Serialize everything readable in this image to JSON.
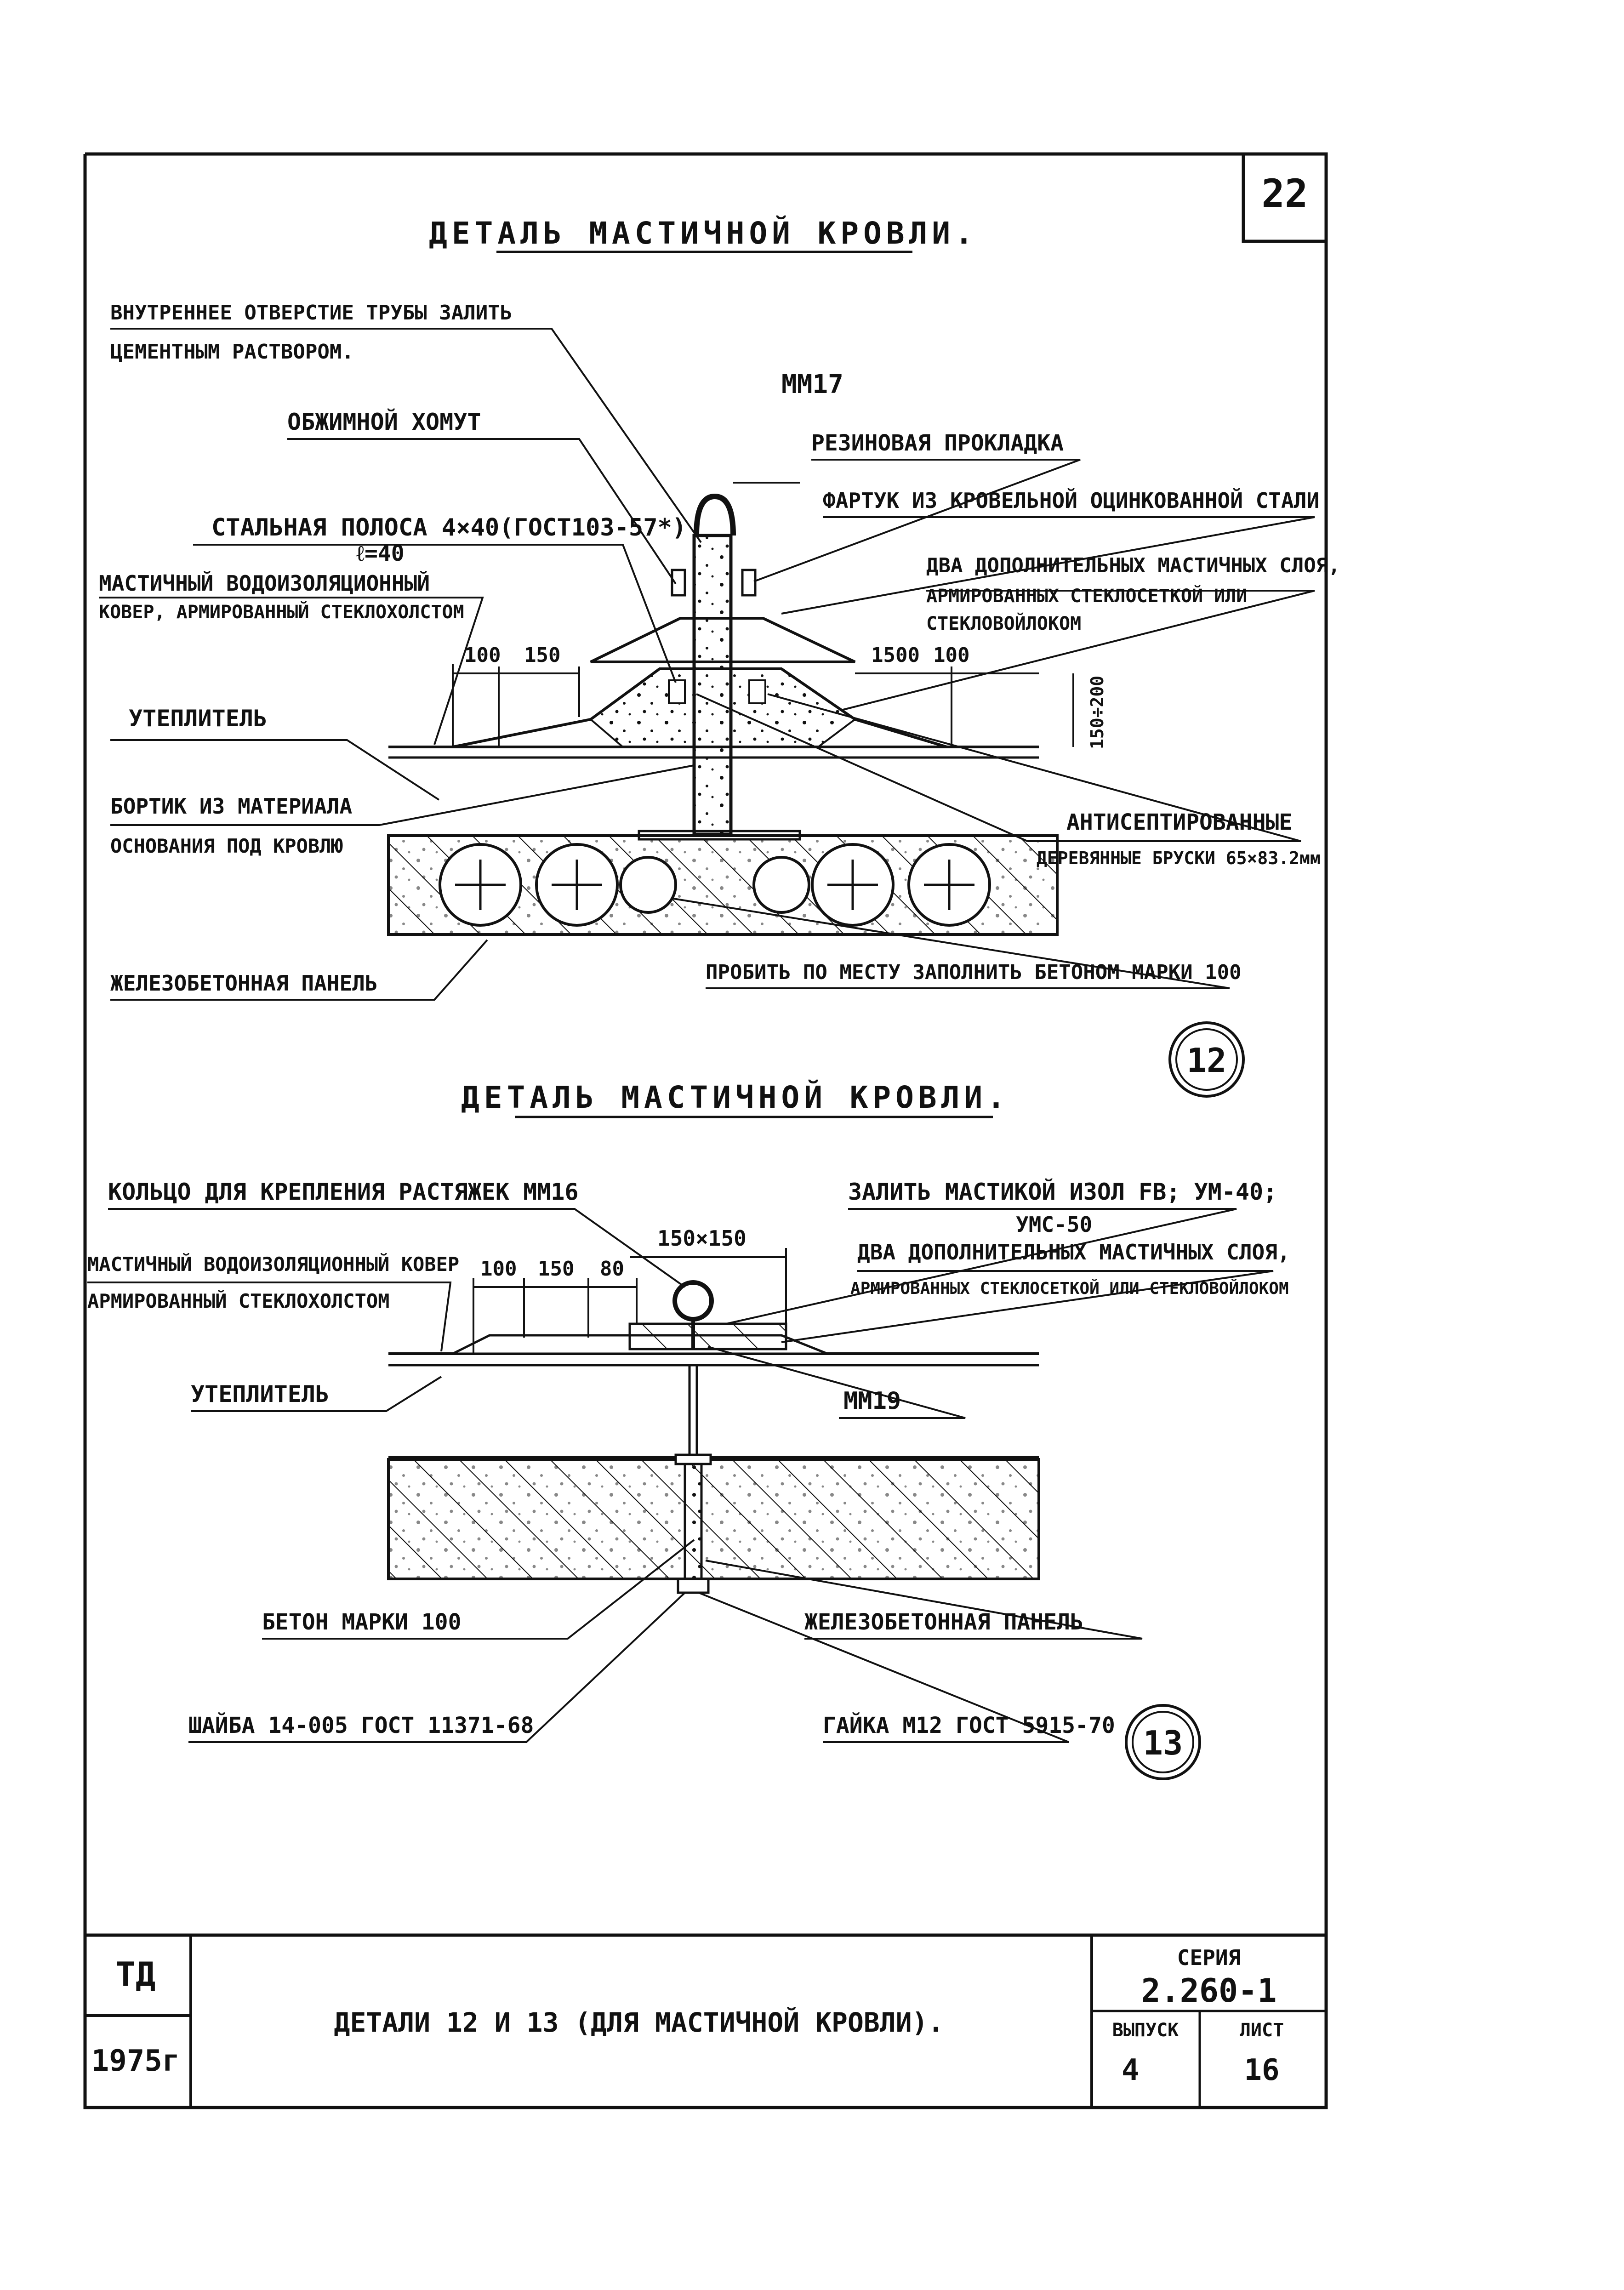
{
  "sheet_number": "22",
  "detail12": {
    "title": "ДЕТАЛЬ МАСТИЧНОЙ КРОВЛИ.",
    "callouts": {
      "pipe_fill_1": "ВНУТРЕННЕЕ ОТВЕРСТИЕ ТРУБЫ ЗАЛИТЬ",
      "pipe_fill_2": "ЦЕМЕНТНЫМ РАСТВОРОМ.",
      "bolt": "ММ17",
      "clamp": "ОБЖИМНОЙ ХОМУТ",
      "rubber_gasket": "РЕЗИНОВАЯ ПРОКЛАДКА",
      "apron": "ФАРТУК ИЗ КРОВЕЛЬНОЙ ОЦИНКОВАННОЙ СТАЛИ",
      "steel_strip_1": "СТАЛЬНАЯ ПОЛОСА 4×40(ГОСТ103-57*)",
      "steel_strip_2": "ℓ=40",
      "mastic_carpet_1": "МАСТИЧНЫЙ ВОДОИЗОЛЯЦИОННЫЙ",
      "mastic_carpet_2": "КОВЕР, АРМИРОВАННЫЙ СТЕКЛОХОЛСТОМ",
      "two_layers_1": "ДВА ДОПОЛНИТЕЛЬНЫХ МАСТИЧНЫХ СЛОЯ,",
      "two_layers_2": "АРМИРОВАННЫХ СТЕКЛОСЕТКОЙ ИЛИ",
      "two_layers_3": "СТЕКЛОВОЙЛОКОМ",
      "insulation": "УТЕПЛИТЕЛЬ",
      "curb_1": "БОРТИК ИЗ МАТЕРИАЛА",
      "curb_2": "ОСНОВАНИЯ ПОД КРОВЛЮ",
      "bars_1": "АНТИСЕПТИРОВАННЫЕ",
      "bars_2": "ДЕРЕВЯННЫЕ БРУСКИ 65×83.2мм",
      "panel": "ЖЕЛЕЗОБЕТОННАЯ ПАНЕЛЬ",
      "punch": "ПРОБИТЬ ПО МЕСТУ ЗАПОЛНИТЬ БЕТОНОМ МАРКИ 100"
    },
    "dims": {
      "d100": "100",
      "d150": "150",
      "d1500": "1500",
      "d100b": "100",
      "dv": "150÷200"
    },
    "number": "12"
  },
  "detail13": {
    "title": "ДЕТАЛЬ МАСТИЧНОЙ КРОВЛИ.",
    "callouts": {
      "ring": "КОЛЬЦО ДЛЯ КРЕПЛЕНИЯ РАСТЯЖЕК ММ16",
      "fill_1": "ЗАЛИТЬ МАСТИКОЙ ИЗОЛ FB; УМ-40;",
      "fill_2": "УМС-50",
      "mastic_carpet_1": "МАСТИЧНЫЙ ВОДОИЗОЛЯЦИОННЫЙ КОВЕР",
      "mastic_carpet_2": "АРМИРОВАННЫЙ СТЕКЛОХОЛСТОМ",
      "two_layers_1": "ДВА ДОПОЛНИТЕЛЬНЫХ МАСТИЧНЫХ СЛОЯ,",
      "two_layers_2": "АРМИРОВАННЫХ СТЕКЛОСЕТКОЙ ИЛИ СТЕКЛОВОЙЛОКОМ",
      "insulation": "УТЕПЛИТЕЛЬ",
      "bolt": "ММ19",
      "concrete": "БЕТОН МАРКИ 100",
      "panel": "ЖЕЛЕЗОБЕТОННАЯ ПАНЕЛЬ",
      "washer": "ШАЙБА 14-005 ГОСТ 11371-68",
      "nut": "ГАЙКА М12 ГОСТ 5915-70"
    },
    "dims": {
      "d150x150": "150×150",
      "d100": "100",
      "d150": "150",
      "d80": "80"
    },
    "number": "13"
  },
  "title_block": {
    "org": "ТД",
    "year": "1975г",
    "title": "ДЕТАЛИ 12 И 13 (ДЛЯ МАСТИЧНОЙ КРОВЛИ).",
    "series_label": "СЕРИЯ",
    "series": "2.260-1",
    "issue_label": "ВЫПУСК",
    "issue": "4",
    "sheet_label": "ЛИСТ",
    "sheet": "16"
  }
}
